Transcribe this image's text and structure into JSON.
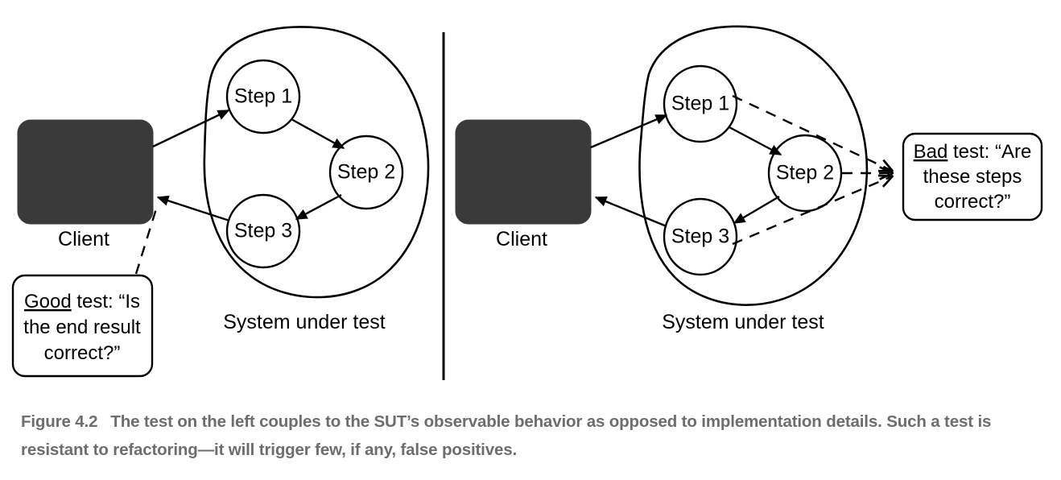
{
  "figure": {
    "caption_number": "Figure 4.2",
    "caption_text": "The test on the left couples to the SUT’s observable behavior as opposed to implementation details. Such a test is resistant to refactoring—it will trigger few, if any, false positives.",
    "caption_color": "#6d6d6d"
  },
  "colors": {
    "client_fill": "#3a3a3a",
    "stroke": "#000000",
    "background": "#ffffff"
  },
  "panels": [
    {
      "id": "left-panel",
      "client_label": "Client",
      "sut_label": "System under test",
      "steps": [
        {
          "label": "Step 1"
        },
        {
          "label": "Step 2"
        },
        {
          "label": "Step 3"
        }
      ],
      "callout": {
        "emphasis": "Good",
        "lines": [
          "Good test: “Is",
          "the end result",
          "correct?”"
        ],
        "line1_rest": " test: “Is",
        "line2": "the end result",
        "line3": "correct?”"
      }
    },
    {
      "id": "right-panel",
      "client_label": "Client",
      "sut_label": "System under test",
      "steps": [
        {
          "label": "Step 1"
        },
        {
          "label": "Step 2"
        },
        {
          "label": "Step 3"
        }
      ],
      "callout": {
        "emphasis": "Bad",
        "lines": [
          "Bad test: “Are",
          "these steps",
          "correct?”"
        ],
        "line1_rest": " test: “Are",
        "line2": "these steps",
        "line3": "correct?”"
      }
    }
  ]
}
